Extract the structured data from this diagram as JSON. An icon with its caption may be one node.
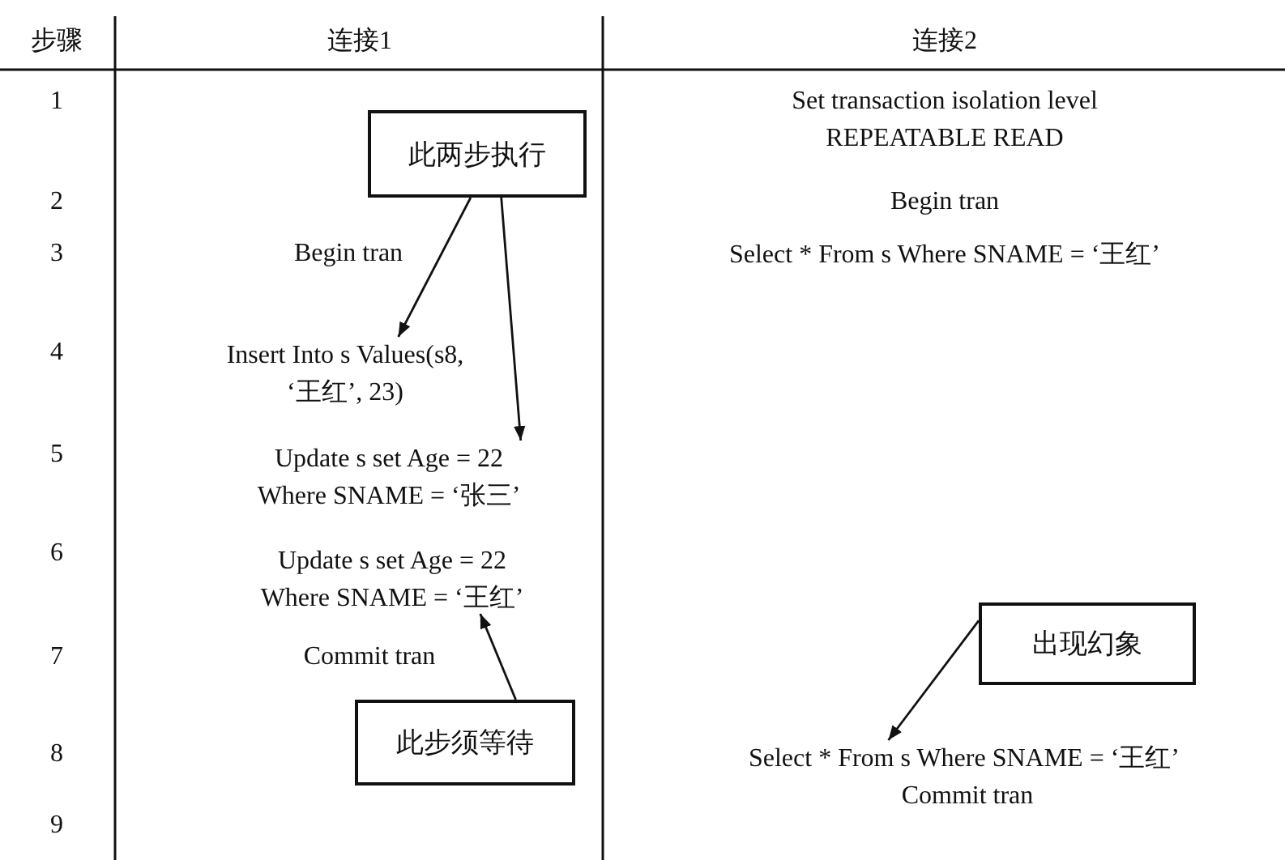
{
  "diagram": {
    "nodes": [
      {
        "text": [
          "此两步执行"
        ]
      },
      {
        "text": [
          "Insert Into s Values(s8, ‘王红’, 23)"
        ]
      },
      {
        "text": [
          "Update s set Age = 22 Where SNAME = ‘张三’"
        ]
      },
      {
        "text": [
          "此步须等待"
        ]
      },
      {
        "text": [
          "Update s set Age = 22 Where SNAME = ‘王红’"
        ]
      },
      {
        "text": [
          "出现幻象"
        ]
      },
      {
        "text": [
          "Select * From s Where SNAME = ‘王红’"
        ]
      }
    ],
    "edges": [
      {
        "from": 0,
        "to": 1,
        "arrow": "to"
      },
      {
        "from": 0,
        "to": 2,
        "arrow": "to"
      },
      {
        "from": 3,
        "to": 4,
        "arrow": "to"
      },
      {
        "from": 5,
        "to": 6,
        "arrow": "to"
      }
    ],
    "labels": [
      "步骤",
      "连接1",
      "连接2",
      "1",
      "Set transaction isolation level REPEATABLE READ",
      "2",
      "Begin tran",
      "3",
      "Begin tran",
      "Select * From s Where SNAME = ‘王红’",
      "4",
      "5",
      "6",
      "7",
      "Commit tran",
      "8",
      "Commit tran",
      "9"
    ]
  }
}
